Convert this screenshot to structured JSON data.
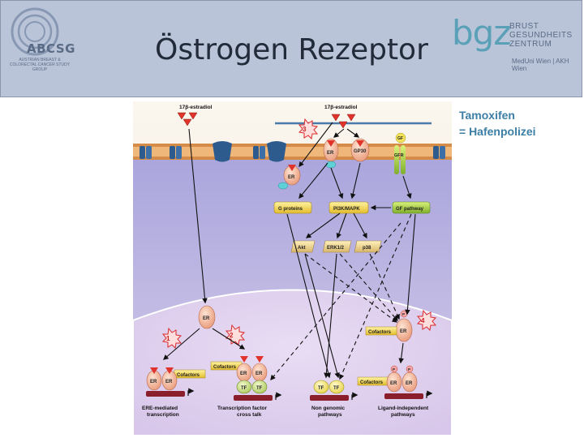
{
  "header": {
    "title": "Östrogen Rezeptor",
    "left_logo": {
      "name": "ABCSG",
      "tagline": "AUSTRIAN BREAST & COLORECTAL CANCER STUDY GROUP"
    },
    "right_logo": {
      "name": "bgz",
      "lines": [
        "BRUST",
        "GESUNDHEITS",
        "ZENTRUM"
      ],
      "subline": "MedUni Wien | AKH Wien"
    }
  },
  "side_note": {
    "line1": "Tamoxifen",
    "line2": "= Hafenpolizei"
  },
  "diagram": {
    "estradiol_left": "17β-estradiol",
    "estradiol_top": "17β-estradiol",
    "er": "ER",
    "gp30": "GP30",
    "gf": "GF",
    "gfr": "GFR",
    "g_proteins": "G proteins",
    "pi3k_mapk": "PI3K/MAPK",
    "gf_pathway": "GF pathway",
    "akt": "Akt",
    "erk": "ERK1/2",
    "p38": "p38",
    "cofactors": "Cofactors",
    "tf": "TF",
    "p": "P",
    "markers": [
      "1",
      "2",
      "3",
      "4"
    ],
    "outcomes": {
      "ere1": "ERE-mediated",
      "ere2": "transcription",
      "tfx1": "Transcription factor",
      "tfx2": "cross talk",
      "nong1": "Non genomic",
      "nong2": "pathways",
      "lig1": "Ligand-independent",
      "lig2": "pathways"
    }
  }
}
